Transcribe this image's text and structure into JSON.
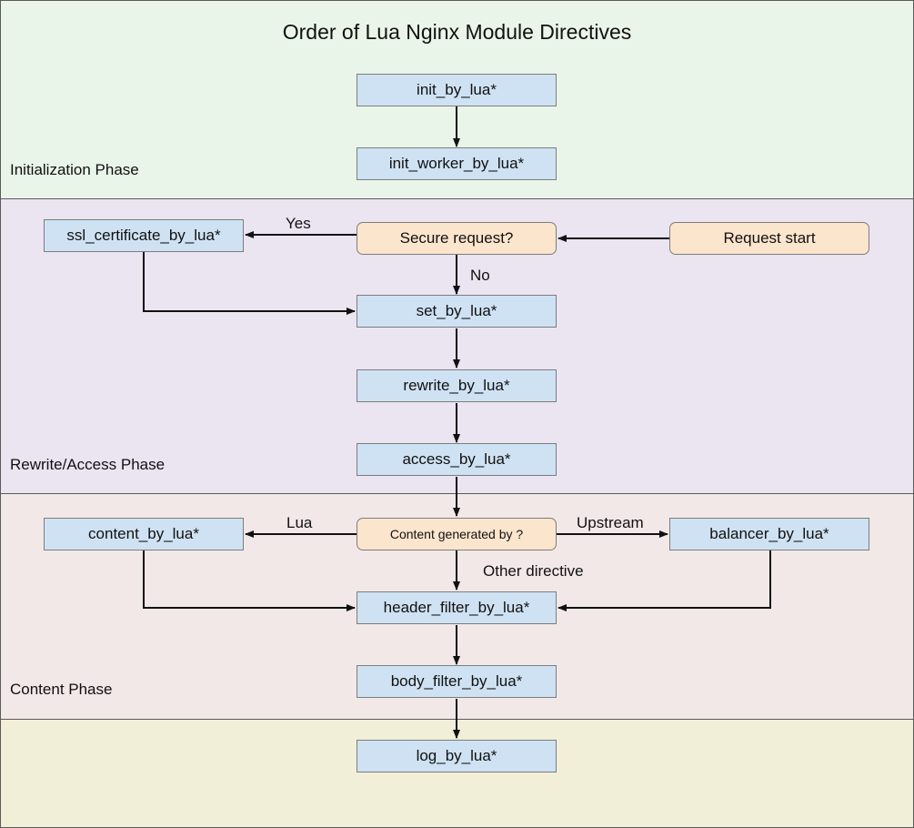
{
  "title": "Order of Lua Nginx Module Directives",
  "phases": {
    "init": "Initialization Phase",
    "rewrite": "Rewrite/Access Phase",
    "content": "Content Phase"
  },
  "nodes": {
    "init_by_lua": "init_by_lua*",
    "init_worker_by_lua": "init_worker_by_lua*",
    "ssl_certificate_by_lua": "ssl_certificate_by_lua*",
    "secure_request": "Secure request?",
    "request_start": "Request start",
    "set_by_lua": "set_by_lua*",
    "rewrite_by_lua": "rewrite_by_lua*",
    "access_by_lua": "access_by_lua*",
    "content_by_lua": "content_by_lua*",
    "content_generated_by": "Content generated by ?",
    "balancer_by_lua": "balancer_by_lua*",
    "header_filter_by_lua": "header_filter_by_lua*",
    "body_filter_by_lua": "body_filter_by_lua*",
    "log_by_lua": "log_by_lua*"
  },
  "edge_labels": {
    "yes": "Yes",
    "no": "No",
    "lua": "Lua",
    "upstream": "Upstream",
    "other_directive": "Other directive"
  },
  "colors": {
    "init_band": "#eaf5ea",
    "rewrite_band": "#ebe4f1",
    "content_band": "#f3e8e8",
    "log_band": "#f1efd8",
    "directive_box": "#cfe2f3",
    "decision_box": "#fce5cd"
  }
}
